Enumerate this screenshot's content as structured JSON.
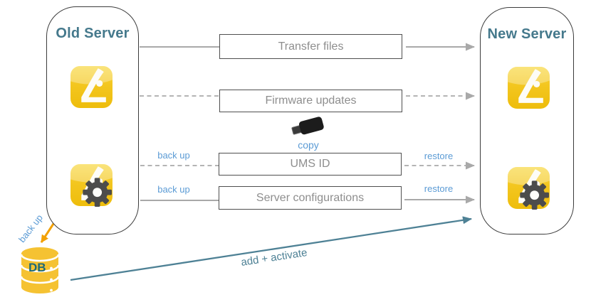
{
  "servers": {
    "old": {
      "title": "Old Server"
    },
    "new": {
      "title": "New Server"
    }
  },
  "steps": [
    {
      "label": "Transfer files",
      "line_style": "solid"
    },
    {
      "label": "Firmware updates",
      "line_style": "dashed"
    },
    {
      "label": "UMS ID",
      "line_style": "dashed",
      "left": "back up",
      "right": "restore"
    },
    {
      "label": "Server configurations",
      "line_style": "solid",
      "left": "back up",
      "right": "restore"
    }
  ],
  "usb": {
    "caption": "copy"
  },
  "database": {
    "label": "DB",
    "caption": "back up"
  },
  "bottom_arrow": {
    "label": "add + activate"
  },
  "colors": {
    "heading_teal": "#45798c",
    "label_blue": "#5b9bd5",
    "teal_arrow": "#4e8195",
    "arrow_gray": "#a9a9a9",
    "accent_orange": "#f2a104",
    "icon_gold": "#eebd0c",
    "db_gold": "#f5c232",
    "gear_gray": "#4c4c4c",
    "step_text_gray": "#8e8e8e"
  }
}
